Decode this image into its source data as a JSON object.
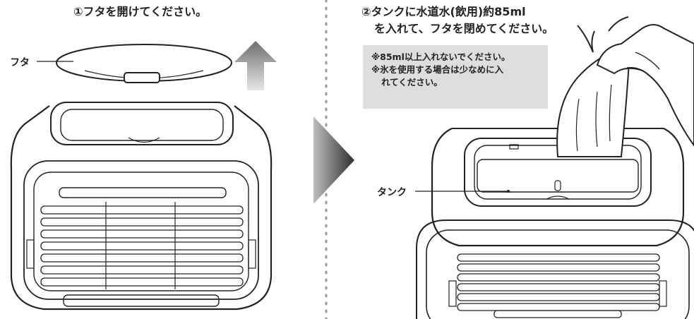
{
  "step1": {
    "title": "①フタを開けてください。",
    "lid_label": "フタ"
  },
  "step2": {
    "title_line1": "②タンクに水道水(飲用)約85ml",
    "title_line2": "を入れて、フタを閉めてください。",
    "notes": [
      "※85ml以上入れないでください。",
      "※氷を使用する場合は少なめに入",
      "れてください。"
    ],
    "tank_label": "タンク"
  },
  "colors": {
    "line": "#222222",
    "arrow_up": "#7a7a7a",
    "arrow_next": "#444444",
    "note_bg": "#dedede",
    "divider": "#999999"
  },
  "icons": {
    "up": "up-arrow-icon",
    "next": "next-step-arrow-icon"
  }
}
